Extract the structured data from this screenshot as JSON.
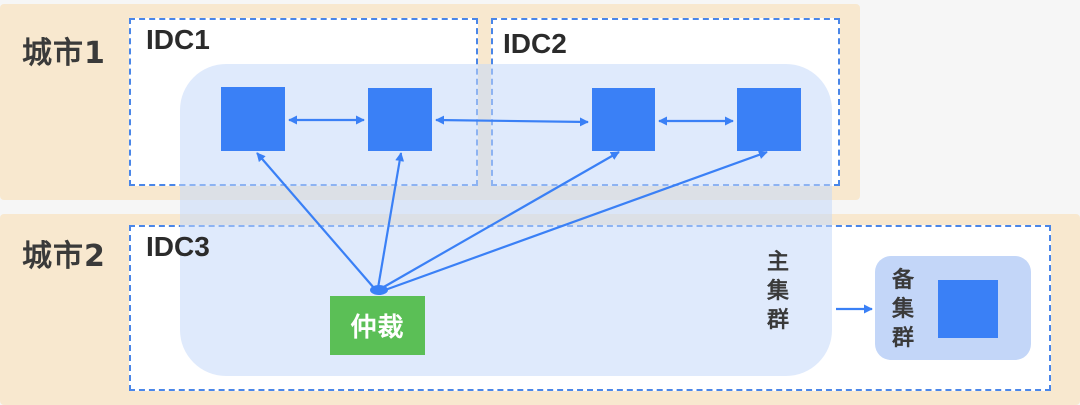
{
  "cities": [
    {
      "label": "城市1"
    },
    {
      "label": "城市2"
    }
  ],
  "idcs": [
    {
      "label": "IDC1"
    },
    {
      "label": "IDC2"
    },
    {
      "label": "IDC3"
    }
  ],
  "arbiter": {
    "label": "仲裁"
  },
  "main_cluster": {
    "label_chars": [
      "主",
      "集",
      "群"
    ]
  },
  "backup_cluster": {
    "label_chars": [
      "备",
      "集",
      "群"
    ]
  },
  "colors": {
    "node": "#3a80f6",
    "arbiter": "#5bbf56",
    "city_band": "#f8e8cf",
    "idc_border": "#4a86e8",
    "cluster": "#c4d8fa",
    "arrow": "#3a80f6"
  }
}
